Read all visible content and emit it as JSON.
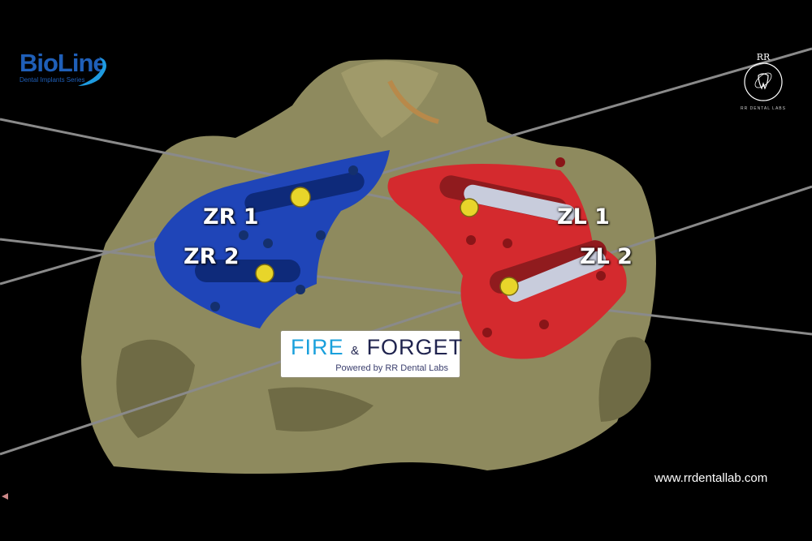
{
  "logos": {
    "bioline": {
      "name": "BioLine",
      "tagline": "Dental Implants Series"
    },
    "rr_dental": {
      "initials": "RR",
      "name": "RR DENTAL LABS"
    },
    "fire_forget": {
      "word1": "FIRE",
      "amp": "&",
      "word2": "FORGET",
      "powered_by": "Powered by RR Dental Labs"
    }
  },
  "implant_labels": {
    "zr1": "ZR 1",
    "zr2": "ZR 2",
    "zl1": "ZL 1",
    "zl2": "ZL 2"
  },
  "website": "www.rrdentallab.com",
  "colors": {
    "bone": "#8e8a5e",
    "right_guide": "#1f45b8",
    "left_guide": "#d42a2e",
    "implant": "#e8d52a",
    "sleeve": "#c8ccdc"
  }
}
